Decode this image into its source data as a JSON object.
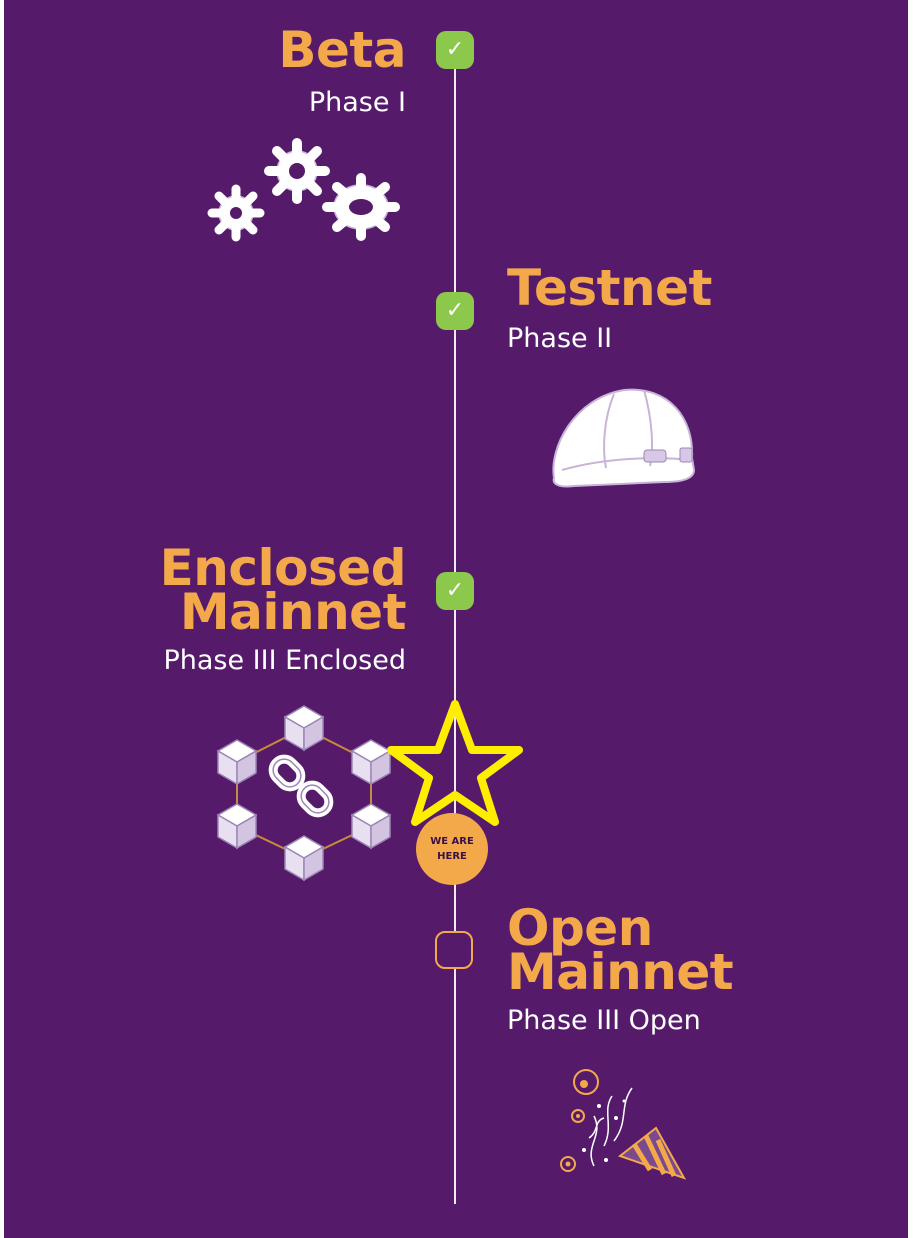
{
  "phases": [
    {
      "title": "Beta",
      "subtitle": "Phase I",
      "status": "done",
      "check": "✓",
      "illustration": "gears-icon"
    },
    {
      "title": "Testnet",
      "subtitle": "Phase II",
      "status": "done",
      "check": "✓",
      "illustration": "hard-hat-icon"
    },
    {
      "title_line1": "Enclosed",
      "title_line2": "Mainnet",
      "subtitle": "Phase III Enclosed",
      "status": "done",
      "check": "✓",
      "illustration": "blockchain-network-icon"
    },
    {
      "title_line1": "Open",
      "title_line2": "Mainnet",
      "subtitle": "Phase III Open",
      "status": "upcoming",
      "illustration": "party-popper-icon"
    }
  ],
  "marker": {
    "line1": "WE ARE",
    "line2": "HERE",
    "icon": "star-outline-icon",
    "star_color": "#ffee00"
  },
  "colors": {
    "background": "#561a6b",
    "accent": "#f3a94a",
    "check": "#8cc84b",
    "line": "#f2eaf4",
    "outline": "#ffffff"
  }
}
